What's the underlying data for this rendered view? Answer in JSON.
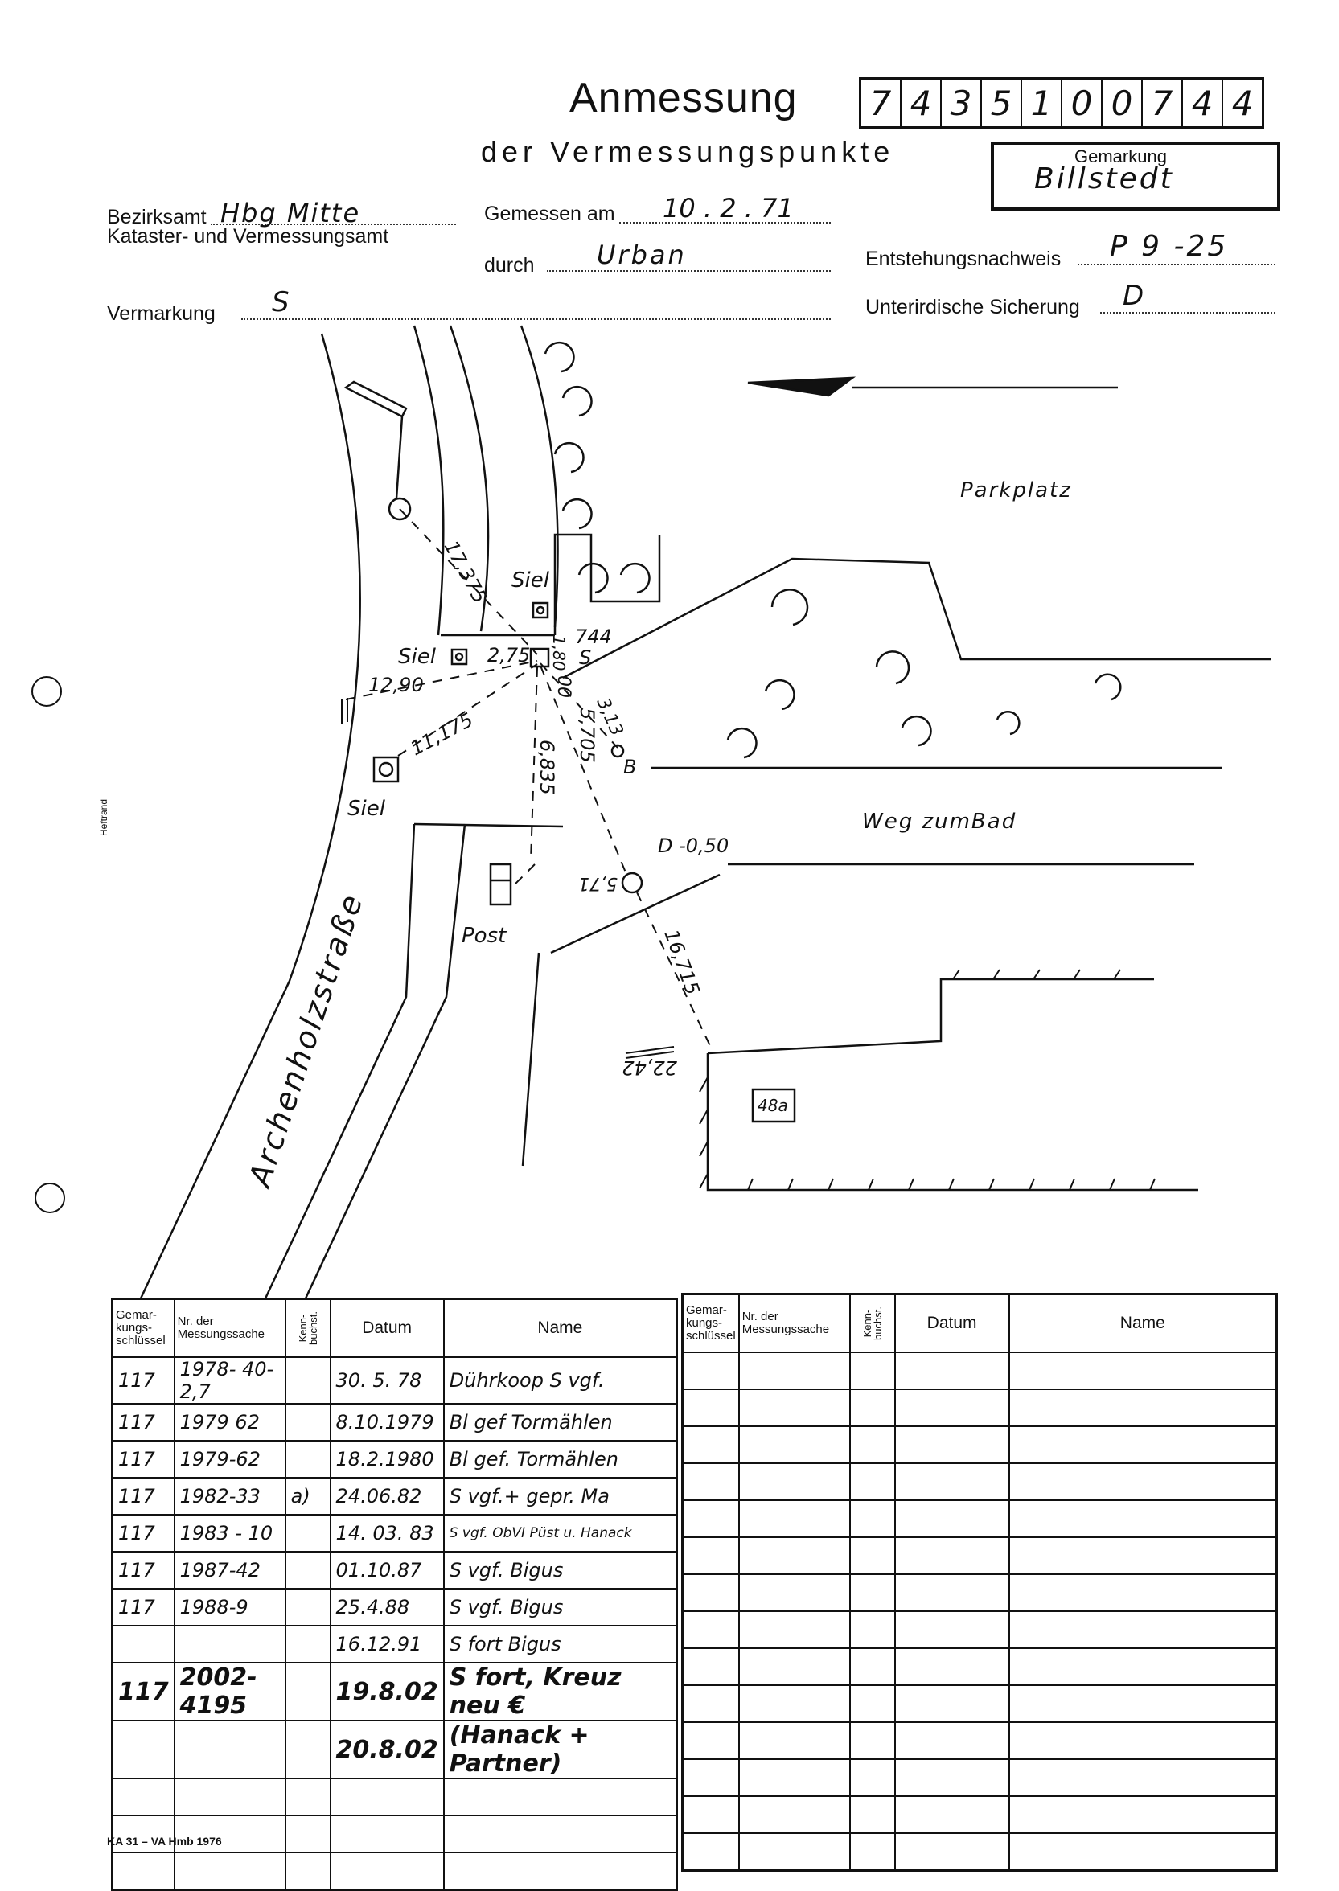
{
  "header": {
    "title": "Anmessung",
    "subtitle": "der Vermessungspunkte",
    "number_digits": [
      "7",
      "4",
      "3",
      "5",
      "1",
      "0",
      "0",
      "7",
      "4",
      "4"
    ],
    "gemarkung_label": "Gemarkung",
    "gemarkung_value": "Billstedt",
    "bezirksamt_label": "Bezirksamt",
    "bezirksamt_value": "Hbg Mitte",
    "kataster_label": "Kataster- und Vermessungsamt",
    "gemessen_label": "Gemessen am",
    "gemessen_value": "10 . 2 . 71",
    "durch_label": "durch",
    "durch_value": "Urban",
    "entstehung_label": "Entstehungsnachweis",
    "entstehung_value": "P 9 -25",
    "vermarkung_label": "Vermarkung",
    "vermarkung_value": "S",
    "sicherung_label": "Unterirdische Sicherung",
    "sicherung_value": "D"
  },
  "sketch": {
    "parkplatz": "Parkplatz",
    "weg": "Weg zumBad",
    "strasse": "Archenholzstraße",
    "post": "Post",
    "siel1": "Siel",
    "siel2": "Siel",
    "siel3": "Siel",
    "m_17375": "17,375",
    "m_275": "2,75",
    "m_1290": "12,90",
    "m_11175": "11,175",
    "m_6835": "6,835",
    "m_5705": "5,705",
    "m_313": "3,13",
    "m_00": "00",
    "m_180": "1,80",
    "m_744": "744",
    "m_S": "S",
    "m_B": "B",
    "m_D": "D -0,50",
    "m_571": "5,71",
    "m_16715": "16,715",
    "m_2242": "22,42",
    "m_48a": "48a"
  },
  "margin": {
    "heftrand": "Heftrand",
    "footer": "KA 31 – VA Hmb 1976"
  },
  "table": {
    "headers": {
      "gemarkung": "Gemar-kungs-schlüssel",
      "nr": "Nr. der Messungssache",
      "kenn": "Kenn-buchst.",
      "datum": "Datum",
      "name": "Name"
    },
    "left_rows": [
      {
        "g": "117",
        "nr": "1978- 40- 2,7",
        "k": "",
        "d": "30. 5. 78",
        "n": "Dührkoop S vgf."
      },
      {
        "g": "117",
        "nr": "1979 62",
        "k": "",
        "d": "8.10.1979",
        "n": "Bl gef Tormählen"
      },
      {
        "g": "117",
        "nr": "1979-62",
        "k": "",
        "d": "18.2.1980",
        "n": "Bl gef. Tormählen"
      },
      {
        "g": "117",
        "nr": "1982-33",
        "k": "a)",
        "d": "24.06.82",
        "n": "S vgf.+ gepr. Ma"
      },
      {
        "g": "117",
        "nr": "1983 - 10",
        "k": "",
        "d": "14. 03. 83",
        "n": "S vgf. ObVI Püst u. Hanack"
      },
      {
        "g": "117",
        "nr": "1987-42",
        "k": "",
        "d": "01.10.87",
        "n": "S vgf. Bigus"
      },
      {
        "g": "117",
        "nr": "1988-9",
        "k": "",
        "d": "25.4.88",
        "n": "S vgf. Bigus"
      },
      {
        "g": "",
        "nr": "",
        "k": "",
        "d": "16.12.91",
        "n": "S fort Bigus"
      },
      {
        "g": "117",
        "nr": "2002-4195",
        "k": "",
        "d": "19.8.02",
        "n": "S fort, Kreuz neu €"
      },
      {
        "g": "",
        "nr": "",
        "k": "",
        "d": "20.8.02",
        "n": "(Hanack + Partner)"
      },
      {
        "g": "",
        "nr": "",
        "k": "",
        "d": "",
        "n": ""
      },
      {
        "g": "",
        "nr": "",
        "k": "",
        "d": "",
        "n": ""
      },
      {
        "g": "",
        "nr": "",
        "k": "",
        "d": "",
        "n": ""
      }
    ],
    "right_rows": [
      {
        "g": "",
        "nr": "",
        "k": "",
        "d": "",
        "n": ""
      },
      {
        "g": "",
        "nr": "",
        "k": "",
        "d": "",
        "n": ""
      },
      {
        "g": "",
        "nr": "",
        "k": "",
        "d": "",
        "n": ""
      },
      {
        "g": "",
        "nr": "",
        "k": "",
        "d": "",
        "n": ""
      },
      {
        "g": "",
        "nr": "",
        "k": "",
        "d": "",
        "n": ""
      },
      {
        "g": "",
        "nr": "",
        "k": "",
        "d": "",
        "n": ""
      },
      {
        "g": "",
        "nr": "",
        "k": "",
        "d": "",
        "n": ""
      },
      {
        "g": "",
        "nr": "",
        "k": "",
        "d": "",
        "n": ""
      },
      {
        "g": "",
        "nr": "",
        "k": "",
        "d": "",
        "n": ""
      },
      {
        "g": "",
        "nr": "",
        "k": "",
        "d": "",
        "n": ""
      },
      {
        "g": "",
        "nr": "",
        "k": "",
        "d": "",
        "n": ""
      },
      {
        "g": "",
        "nr": "",
        "k": "",
        "d": "",
        "n": ""
      },
      {
        "g": "",
        "nr": "",
        "k": "",
        "d": "",
        "n": ""
      },
      {
        "g": "",
        "nr": "",
        "k": "",
        "d": "",
        "n": ""
      }
    ]
  }
}
